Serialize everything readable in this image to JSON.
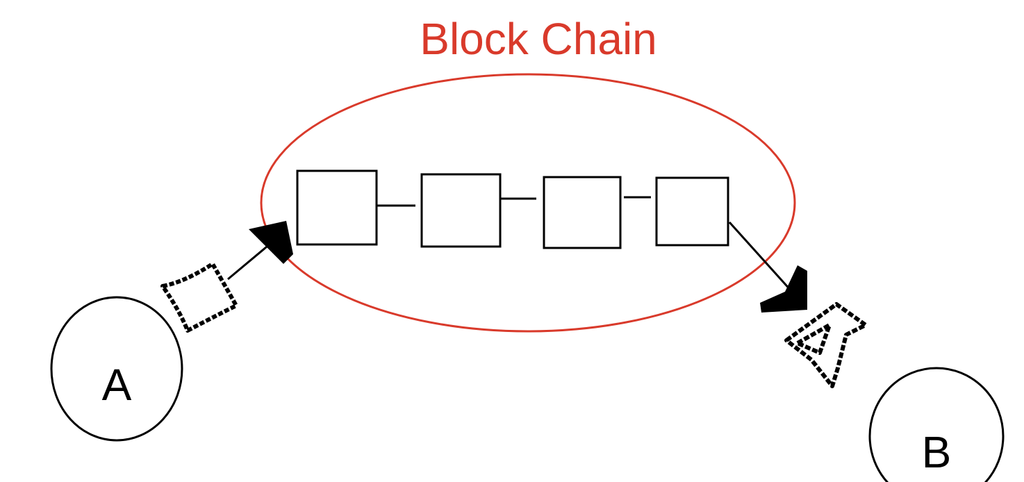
{
  "title": "Block Chain",
  "nodes": [
    {
      "id": "a",
      "label": "A"
    },
    {
      "id": "b",
      "label": "B"
    }
  ],
  "chain": {
    "block_count": 4
  },
  "colors": {
    "accent": "#d93a2b",
    "ink": "#000000",
    "background": "#ffffff"
  }
}
